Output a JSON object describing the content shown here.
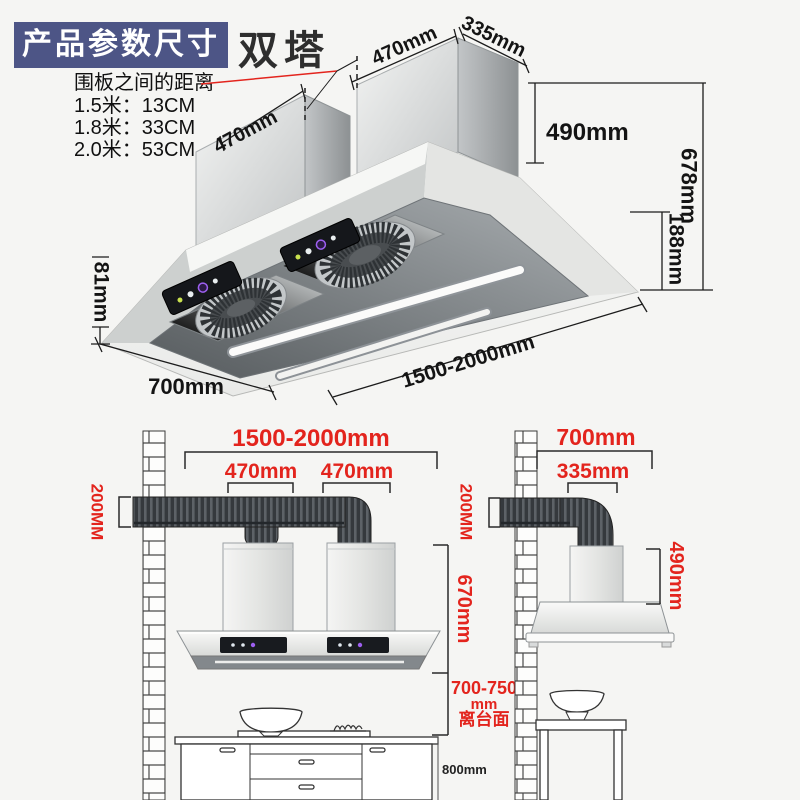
{
  "header": {
    "badge_label": "产品参数尺寸",
    "model_label": "双塔"
  },
  "note": {
    "title": "围板之间的距离",
    "rows": [
      "1.5米：13CM",
      "1.8米：33CM",
      "2.0米：53CM"
    ]
  },
  "iso_view": {
    "tower_left_width": "470mm",
    "tower_right_width": "470mm",
    "tower_depth": "335mm",
    "tower_height": "490mm",
    "total_height": "678mm",
    "body_height": "188mm",
    "lip_height": "81mm",
    "hood_depth": "700mm",
    "hood_length": "1500-2000mm"
  },
  "front_view": {
    "total_width": "1500-2000mm",
    "tower1_width": "470mm",
    "tower2_width": "470mm",
    "duct_size": "200MM",
    "unit_height": "670mm",
    "clearance": [
      "700-750",
      "mm",
      "离台面"
    ],
    "counter_height": "800mm"
  },
  "side_view": {
    "hood_depth": "700mm",
    "tower_depth": "335mm",
    "duct_size": "200MM",
    "tower_height": "490mm"
  },
  "colors": {
    "accent_red": "#e3241d",
    "badge_bg": "#4d5586",
    "dim_black": "#1c1c1c"
  }
}
